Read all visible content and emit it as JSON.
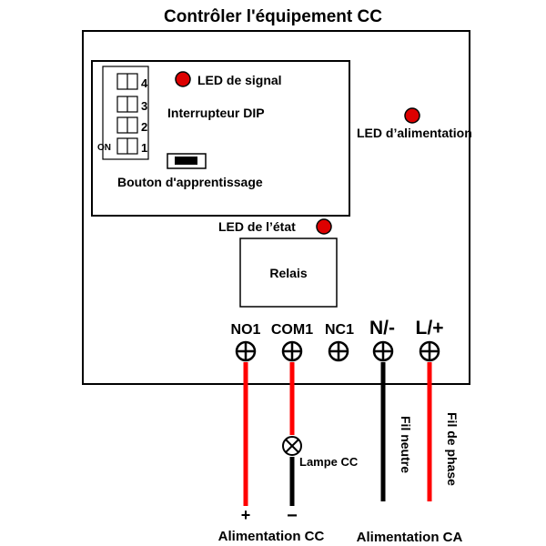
{
  "title": "Contrôler l'équipement CC",
  "labels": {
    "led_signal": "LED de signal",
    "dip_switch": "Interrupteur DIP",
    "learn_button": "Bouton d'apprentissage",
    "led_power": "LED d’alimentation",
    "led_state": "LED de l’état",
    "relay": "Relais",
    "lamp": "Lampe CC",
    "neutral_wire": "Fil neutre",
    "phase_wire": "Fil de phase",
    "dc_supply": "Alimentation CC",
    "ac_supply": "Alimentation CA",
    "plus": "+",
    "minus": "−",
    "on": "ON"
  },
  "dip_numbers": [
    "4",
    "3",
    "2",
    "1"
  ],
  "terminals": [
    "NO1",
    "COM1",
    "NC1",
    "N/-",
    "L/+"
  ],
  "colors": {
    "led": "#dd0000",
    "wire_red": "#ff0000",
    "wire_black": "#000000"
  }
}
